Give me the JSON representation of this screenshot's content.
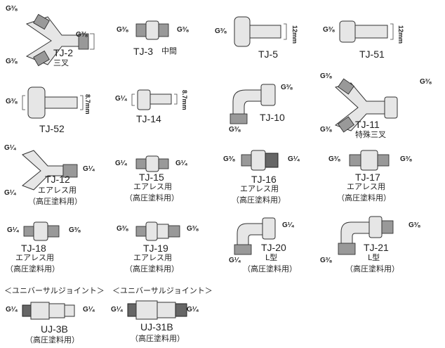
{
  "items": [
    {
      "code": "TJ-2",
      "note": "三叉",
      "sizes": [
        "G³⁄₈",
        "G³⁄₈",
        "G³⁄₈"
      ]
    },
    {
      "code": "TJ-3",
      "note": "中間",
      "sizes": [
        "G³⁄₈",
        "G³⁄₈"
      ]
    },
    {
      "code": "TJ-5",
      "sizes": [
        "G³⁄₈"
      ],
      "dim": "12mm"
    },
    {
      "code": "TJ-51",
      "sizes": [
        "G³⁄₈"
      ],
      "dim": "12mm"
    },
    {
      "code": "TJ-52",
      "sizes": [
        "G³⁄₈"
      ],
      "dim": "8.7mm"
    },
    {
      "code": "TJ-14",
      "sizes": [
        "G¹⁄₄"
      ],
      "dim": "8.7mm"
    },
    {
      "code": "TJ-10",
      "sizes": [
        "G³⁄₈",
        "G³⁄₈"
      ]
    },
    {
      "code": "TJ-11",
      "note": "特殊三叉",
      "sizes": [
        "G³⁄₈",
        "G³⁄₈",
        "G³⁄₈"
      ]
    },
    {
      "code": "TJ-12",
      "note": "エアレス用",
      "note2": "（高圧塗料用）",
      "sizes": [
        "G¹⁄₄",
        "G¹⁄₄",
        "G¹⁄₄"
      ]
    },
    {
      "code": "TJ-15",
      "note": "エアレス用",
      "note2": "（高圧塗料用）",
      "sizes": [
        "G¹⁄₄",
        "G¹⁄₄"
      ]
    },
    {
      "code": "TJ-16",
      "note": "エアレス用",
      "note2": "（高圧塗料用）",
      "sizes": [
        "G³⁄₈",
        "G¹⁄₄"
      ]
    },
    {
      "code": "TJ-17",
      "note": "エアレス用",
      "note2": "（高圧塗料用）",
      "sizes": [
        "G³⁄₈",
        "G³⁄₈"
      ]
    },
    {
      "code": "TJ-18",
      "note": "エアレス用",
      "note2": "（高圧塗料用）",
      "sizes": [
        "G¹⁄₄",
        "G³⁄₈"
      ]
    },
    {
      "code": "TJ-19",
      "note": "エアレス用",
      "note2": "（高圧塗料用）",
      "sizes": [
        "G³⁄₈",
        "G³⁄₈"
      ]
    },
    {
      "code": "TJ-20",
      "note": "L型",
      "note2": "（高圧塗料用）",
      "sizes": [
        "G¹⁄₄",
        "G¹⁄₄"
      ]
    },
    {
      "code": "TJ-21",
      "note": "L型",
      "note2": "（高圧塗料用）",
      "sizes": [
        "G³⁄₈",
        "G³⁄₈"
      ]
    },
    {
      "heading": "＜ユニバーサルジョイント＞",
      "code": "UJ-3B",
      "note2": "（高圧塗料用）",
      "sizes": [
        "G¹⁄₄",
        "G¹⁄₄"
      ]
    },
    {
      "heading": "＜ユニバーサルジョイント＞",
      "code": "UJ-31B",
      "note2": "（高圧塗料用）",
      "sizes": [
        "G¹⁄₄",
        "G¹⁄₄"
      ]
    }
  ]
}
